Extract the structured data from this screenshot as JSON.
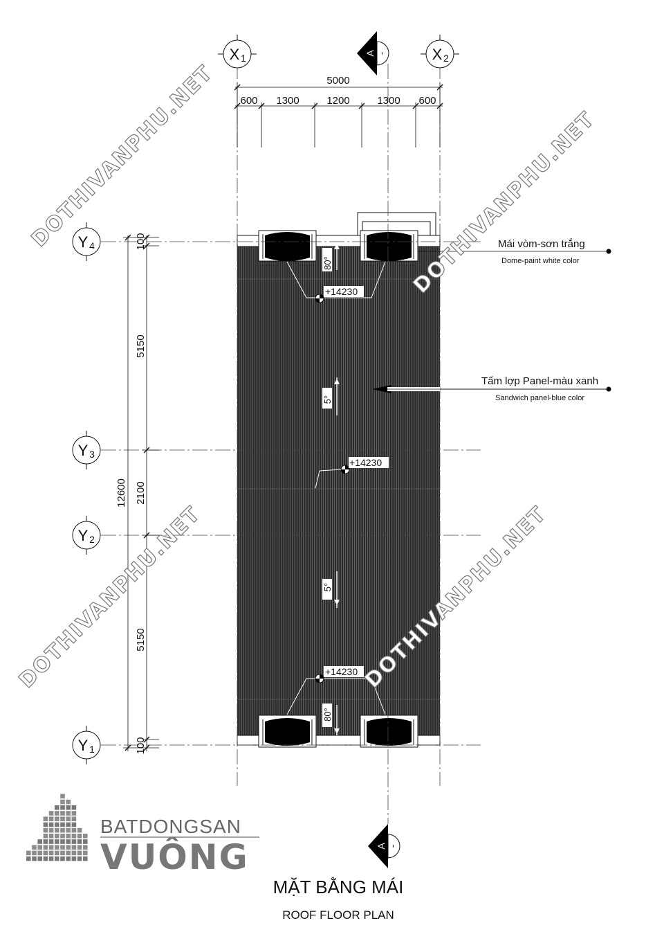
{
  "grid": {
    "x_axes": [
      {
        "letter": "X",
        "index": "1"
      },
      {
        "letter": "X",
        "index": "2"
      }
    ],
    "y_axes": [
      {
        "letter": "Y",
        "index": "4"
      },
      {
        "letter": "Y",
        "index": "3"
      },
      {
        "letter": "Y",
        "index": "2"
      },
      {
        "letter": "Y",
        "index": "1"
      }
    ]
  },
  "dimensions": {
    "top_total": "5000",
    "top_segments": [
      "600",
      "1300",
      "1200",
      "1300",
      "600"
    ],
    "left_total": "12600",
    "left_segments": [
      "100",
      "5150",
      "2100",
      "5150",
      "100"
    ]
  },
  "section_mark": {
    "letter": "A",
    "sheet": "-"
  },
  "levels": {
    "top": "+14230",
    "middle": "+14230",
    "bottom": "+14230"
  },
  "slopes": {
    "dome_top": "80°",
    "roof_upper": "5°",
    "roof_lower": "5°",
    "dome_bottom": "80°"
  },
  "notes": [
    {
      "vn": "Mái vòm-sơn trắng",
      "en": "Dome-paint white color"
    },
    {
      "vn": "Tấm lợp Panel-màu xanh",
      "en": "Sandwich panel-blue color"
    }
  ],
  "watermark": "DOTHIVANPHU.NET",
  "logo": {
    "top": "BATDONGSAN",
    "main": "VUÔNG"
  },
  "title": {
    "main": "MẶT BẰNG MÁI",
    "sub": "ROOF FLOOR PLAN"
  }
}
